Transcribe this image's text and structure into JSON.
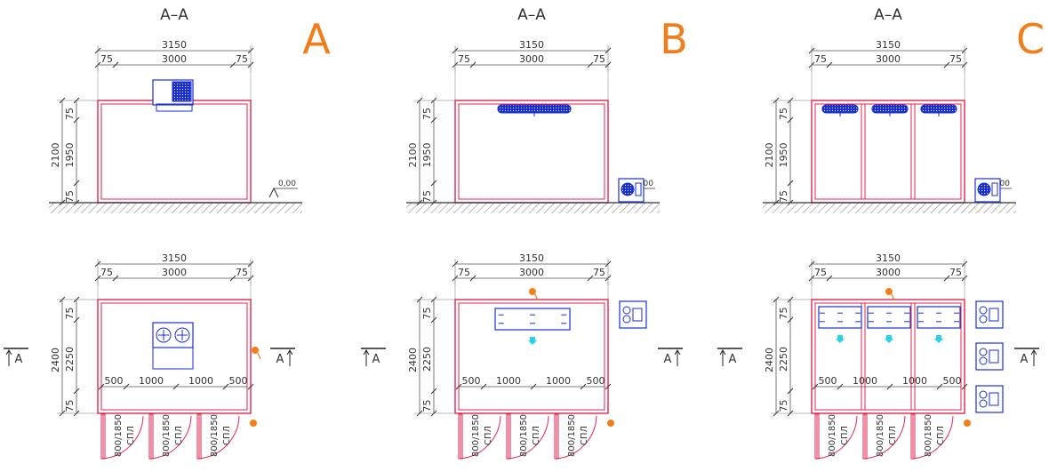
{
  "colors": {
    "frame": "#e0264f",
    "unit": "#1a2fd6",
    "accent": "#f07e1b",
    "airflow": "#27d3e6",
    "line": "#555555"
  },
  "variants": [
    {
      "letter": "A",
      "section_title": "A–A",
      "width_dims": {
        "total": "3150",
        "left": "75",
        "mid": "3000",
        "right": "75"
      },
      "height_dims": {
        "total": "2100",
        "top": "75",
        "mid": "1950",
        "bottom": "75"
      },
      "level_mark": "0,00",
      "plan_width_dims": {
        "total": "3150",
        "left": "75",
        "mid": "3000",
        "right": "75"
      },
      "plan_depth_dims": {
        "total": "2400",
        "top": "75",
        "mid": "2250",
        "bottom": "75"
      },
      "door_dims": [
        "500",
        "1000",
        "1000",
        "500"
      ],
      "door_labels": [
        "800/1850",
        "СПЛ",
        "800/1850",
        "СПЛ",
        "800/1850",
        "СПЛ"
      ],
      "cut_labels": [
        "A",
        "A"
      ]
    },
    {
      "letter": "B",
      "section_title": "A–A",
      "width_dims": {
        "total": "3150",
        "left": "75",
        "mid": "3000",
        "right": "75"
      },
      "height_dims": {
        "total": "2100",
        "top": "75",
        "mid": "1950",
        "bottom": "75"
      },
      "level_mark": "0,00",
      "plan_width_dims": {
        "total": "3150",
        "left": "75",
        "mid": "3000",
        "right": "75"
      },
      "plan_depth_dims": {
        "total": "2400",
        "top": "75",
        "mid": "2250",
        "bottom": "75"
      },
      "door_dims": [
        "500",
        "1000",
        "1000",
        "500"
      ],
      "door_labels": [
        "800/1850",
        "СПЛ",
        "800/1850",
        "СПЛ",
        "800/1850",
        "СПЛ"
      ],
      "cut_labels": [
        "A",
        "A"
      ]
    },
    {
      "letter": "C",
      "section_title": "A–A",
      "width_dims": {
        "total": "3150",
        "left": "75",
        "mid": "3000",
        "right": "75"
      },
      "height_dims": {
        "total": "2100",
        "top": "75",
        "mid": "1950",
        "bottom": "75"
      },
      "level_mark": "0,00",
      "plan_width_dims": {
        "total": "3150",
        "left": "75",
        "mid": "3000",
        "right": "75"
      },
      "plan_depth_dims": {
        "total": "2400",
        "top": "75",
        "mid": "2250",
        "bottom": "75"
      },
      "door_dims": [
        "500",
        "1000",
        "1000",
        "500"
      ],
      "door_labels": [
        "800/1850",
        "СПЛ",
        "800/1850",
        "СПЛ",
        "800/1850",
        "СПЛ"
      ],
      "cut_labels": [
        "A",
        "A"
      ]
    }
  ]
}
